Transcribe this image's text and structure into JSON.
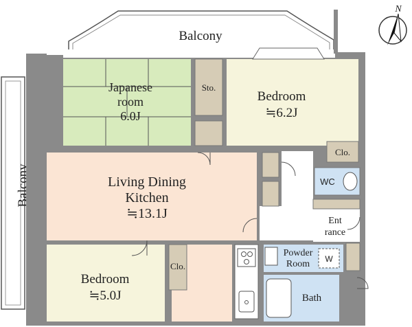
{
  "labels": {
    "balcony_top": "Balcony",
    "balcony_left": "Balcony",
    "japanese_line1": "Japanese",
    "japanese_line2": "room",
    "japanese_line3": "6.0J",
    "storage": "Sto.",
    "bedroom_ne_line1": "Bedroom",
    "bedroom_ne_line2": "≒6.2J",
    "closet_ne": "Clo.",
    "wc": "WC",
    "ldk_line1": "Living Dining",
    "ldk_line2": "Kitchen",
    "ldk_line3": "≒13.1J",
    "entrance_line1": "Ent",
    "entrance_line2": "rance",
    "powder_line1": "Powder",
    "powder_line2": "Room",
    "washer": "W",
    "bath": "Bath",
    "closet_sw": "Clo.",
    "bedroom_sw_line1": "Bedroom",
    "bedroom_sw_line2": "≒5.0J",
    "compass_n": "N"
  },
  "colors": {
    "wall": "#8a8a8a",
    "tatami": "#d8ebbd",
    "bedroom_ne": "#f6f4dc",
    "ldk": "#fbe5d4",
    "wood": "#d6ccb6",
    "wet_area": "#cfe2f3",
    "bedroom_sw": "#f6f4dc"
  }
}
